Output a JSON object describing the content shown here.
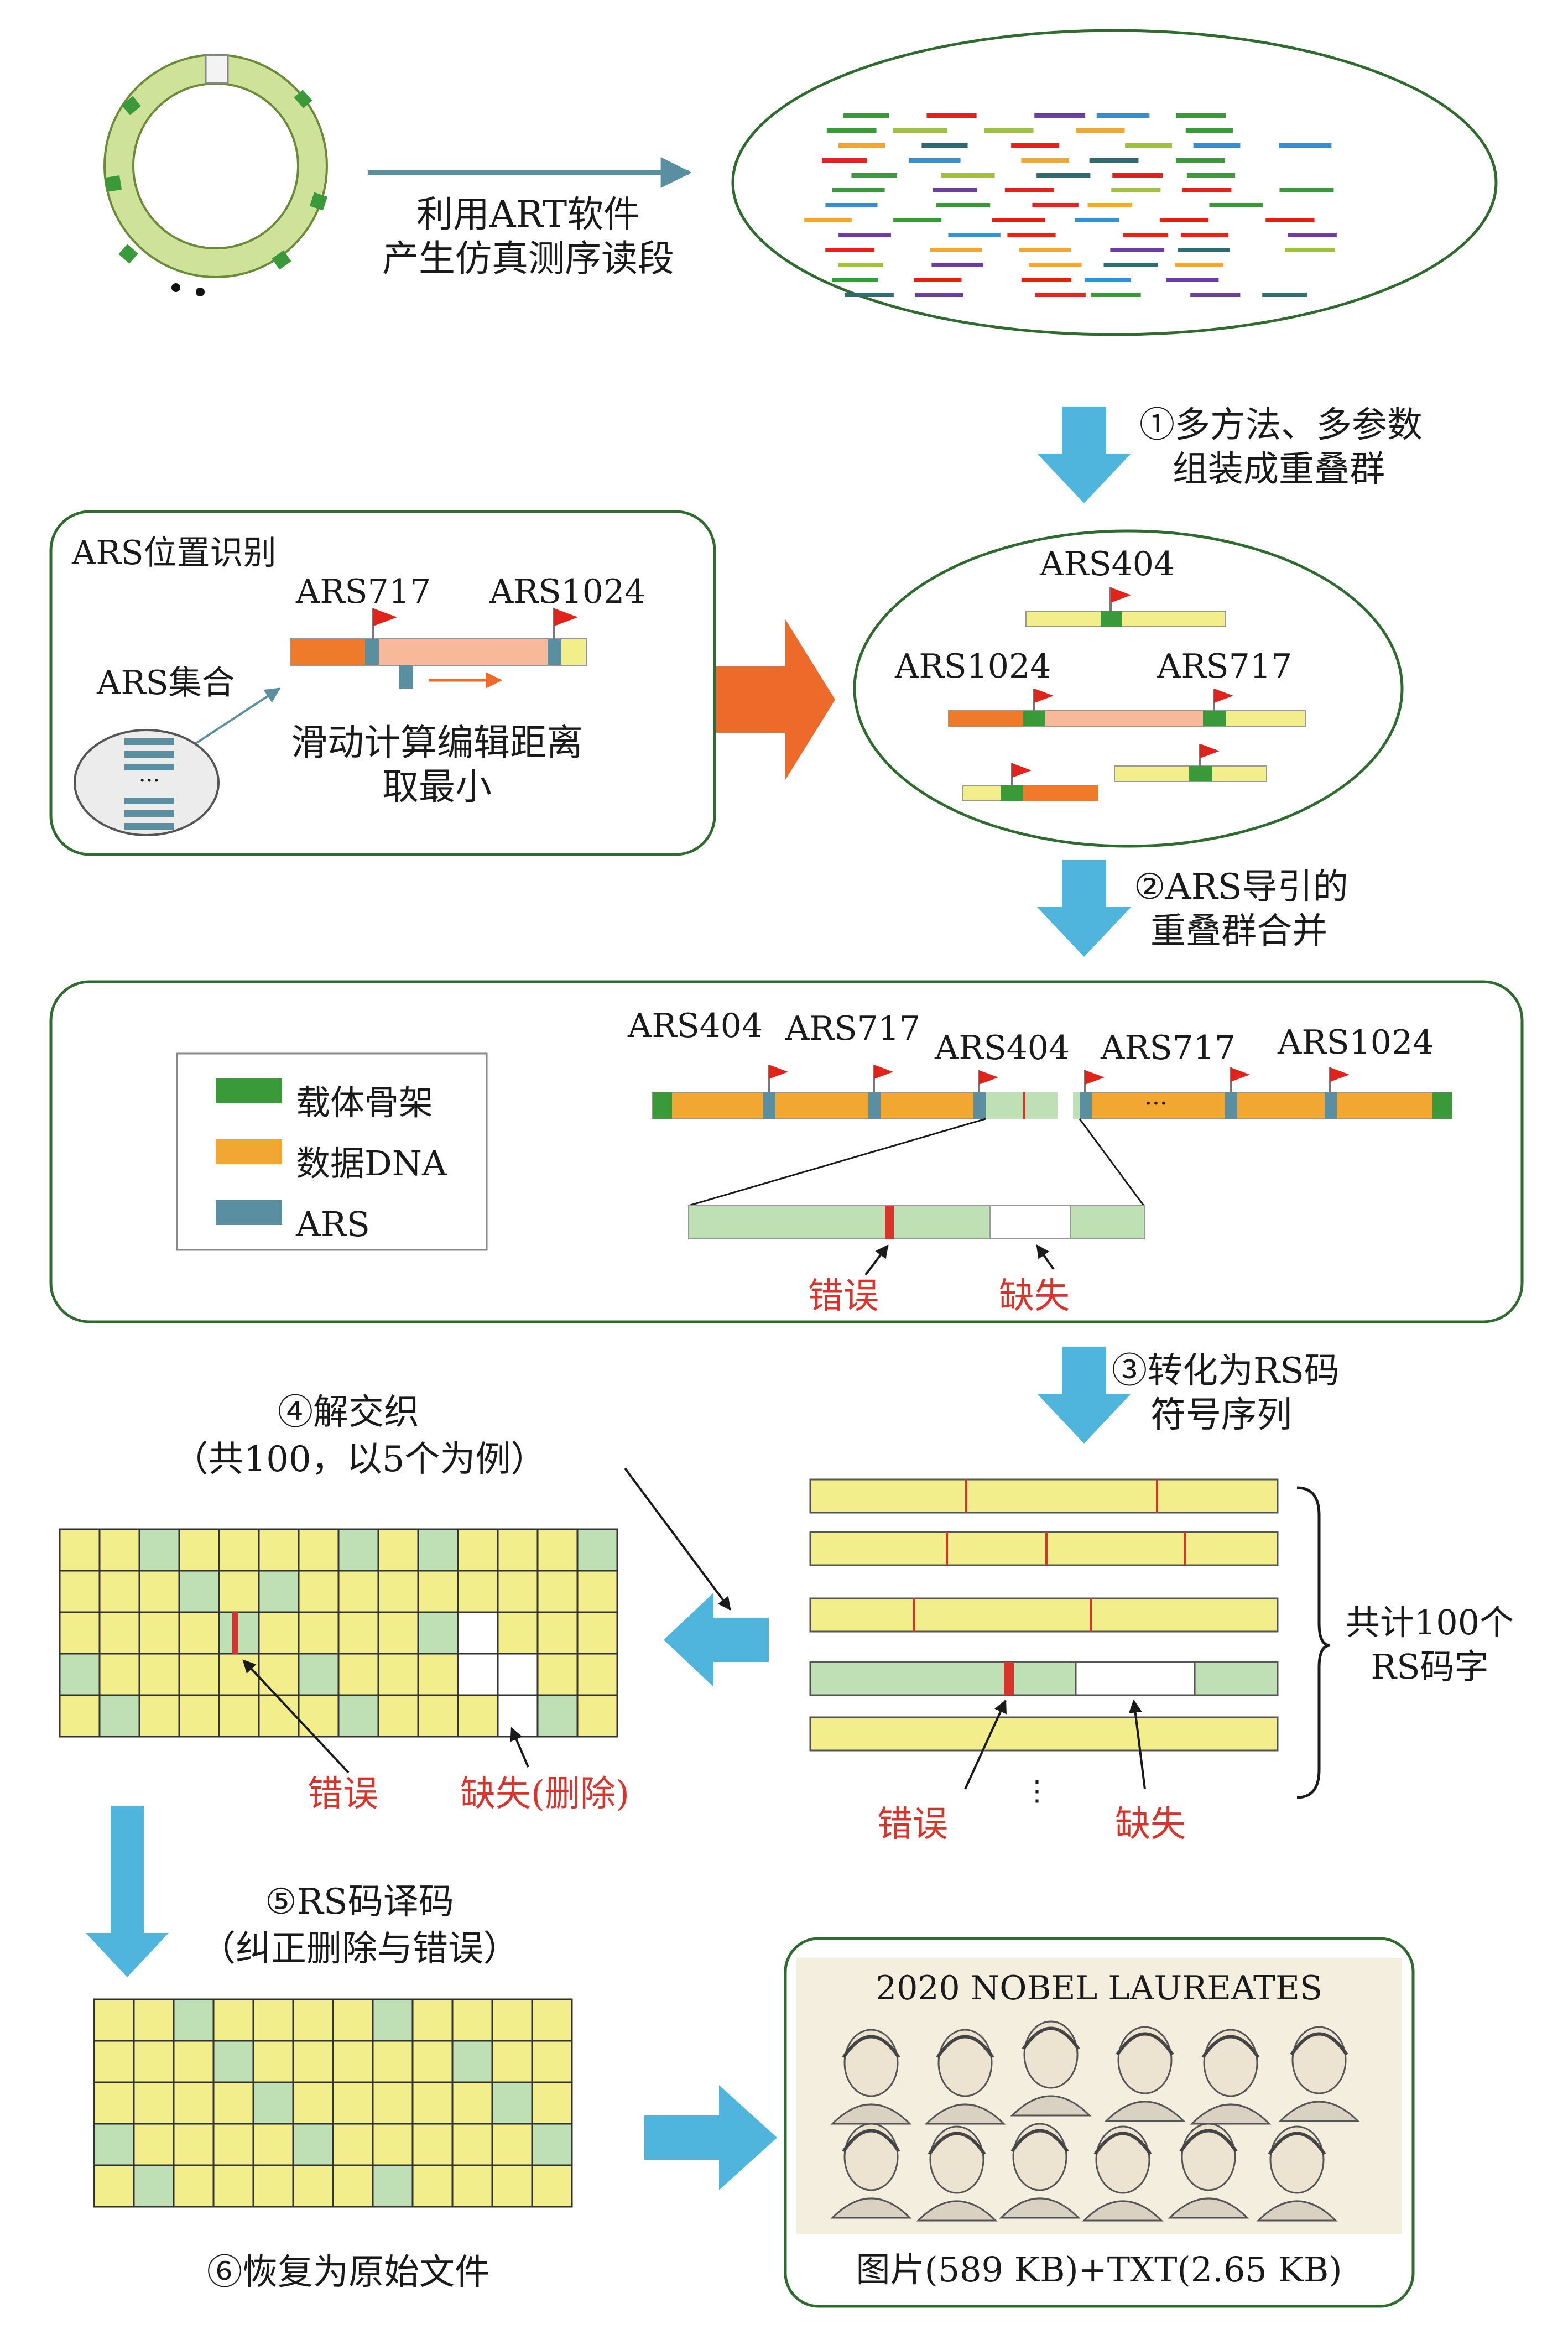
{
  "colors": {
    "backbone_green": "#3a9a3a",
    "data_orange": "#f3a733",
    "ars_teal": "#5a8fa2",
    "flag_red": "#e0231b",
    "plasmid_fill": "#cfe29a",
    "cell_yellow": "#f2ee8c",
    "cell_green": "#bfe0b4",
    "big_arrow_blue": "#4fb5dc",
    "big_arrow_orange": "#ee6a2a",
    "error_red": "#d9342b"
  },
  "step0": {
    "label_line1": "利用ART软件",
    "label_line2": "产生仿真测序读段"
  },
  "step1": {
    "line1": "①多方法、多参数",
    "line2": "组装成重叠群"
  },
  "ars_box": {
    "title": "ARS位置识别",
    "ars717": "ARS717",
    "ars1024": "ARS1024",
    "set_label": "ARS集合",
    "ellipsis": "···",
    "calc_line1": "滑动计算编辑距离",
    "calc_line2": "取最小"
  },
  "contig_ellipse": {
    "ars404": "ARS404",
    "ars1024": "ARS1024",
    "ars717": "ARS717"
  },
  "step2": {
    "line1": "②ARS导引的",
    "line2": "重叠群合并"
  },
  "merge_box": {
    "legend": {
      "backbone": "载体骨架",
      "data_dna": "数据DNA",
      "ars": "ARS"
    },
    "labels": [
      "ARS404",
      "ARS717",
      "ARS404",
      "ARS717",
      "ARS1024"
    ],
    "ellipsis": "···",
    "error": "错误",
    "missing": "缺失"
  },
  "step3": {
    "line1": "③转化为RS码",
    "line2": "符号序列"
  },
  "codewords": {
    "brace_line1": "共计100个",
    "brace_line2": "RS码字",
    "ellipsis": "⋮",
    "error": "错误",
    "missing": "缺失"
  },
  "step4": {
    "line1": "④解交织",
    "line2": "（共100，以5个为例）",
    "error": "错误",
    "missing": "缺失(删除)"
  },
  "step5": {
    "line1": "⑤RS码译码",
    "line2": "（纠正删除与错误）"
  },
  "step6": {
    "label": "⑥恢复为原始文件"
  },
  "result": {
    "title": "2020 NOBEL LAUREATES",
    "caption": "图片(589 KB)+TXT(2.65 KB)"
  }
}
